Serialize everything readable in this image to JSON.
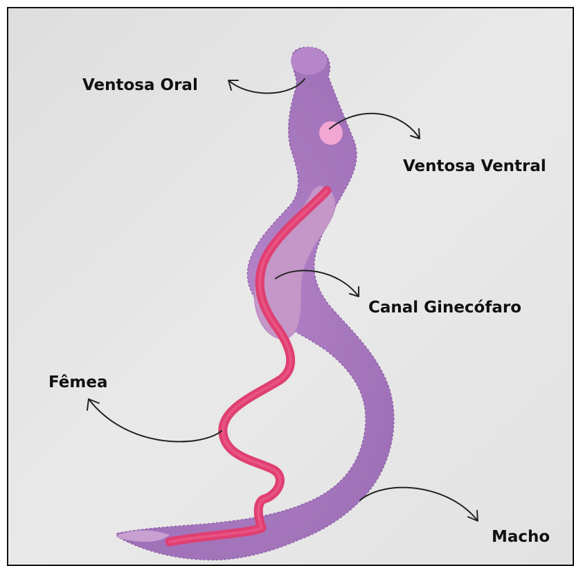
{
  "labels": {
    "ventosa_oral": "Ventosa Oral",
    "ventosa_ventral": "Ventosa Ventral",
    "canal_ginecoforo": "Canal Ginecófaro",
    "femea": "Fêmea",
    "macho": "Macho"
  },
  "colors": {
    "background": "#e6e6e6",
    "male_body": "#a778bf",
    "canal": "#c596c8",
    "female": "#df3f72",
    "ventral_sucker": "#f2a6d4",
    "arrows": "#222222",
    "frame": "#111111"
  }
}
